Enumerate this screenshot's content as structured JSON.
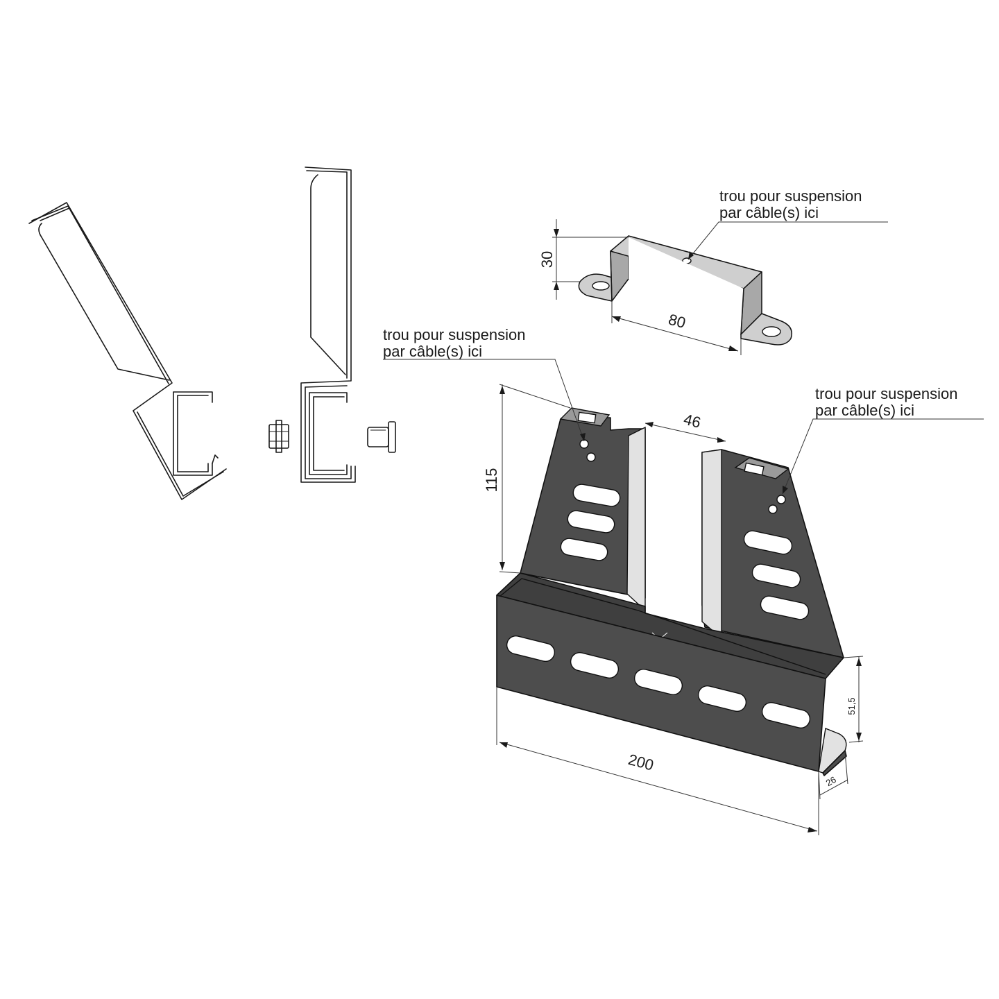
{
  "annotations": {
    "note_top_line1": "trou pour suspension",
    "note_top_line2": "par câble(s) ici",
    "note_left_line1": "trou pour suspension",
    "note_left_line2": "par câble(s) ici",
    "note_right_line1": "trou pour suspension",
    "note_right_line2": "par câble(s) ici"
  },
  "dimensions": {
    "bracket_height": "30",
    "bracket_width": "80",
    "gap_width": "46",
    "support_height": "115",
    "total_length": "200",
    "flange_height": "51,5",
    "flange_depth": "26"
  },
  "colors": {
    "steel_dark": "#4d4d4d",
    "line": "#1a1a1a",
    "background": "#ffffff"
  }
}
